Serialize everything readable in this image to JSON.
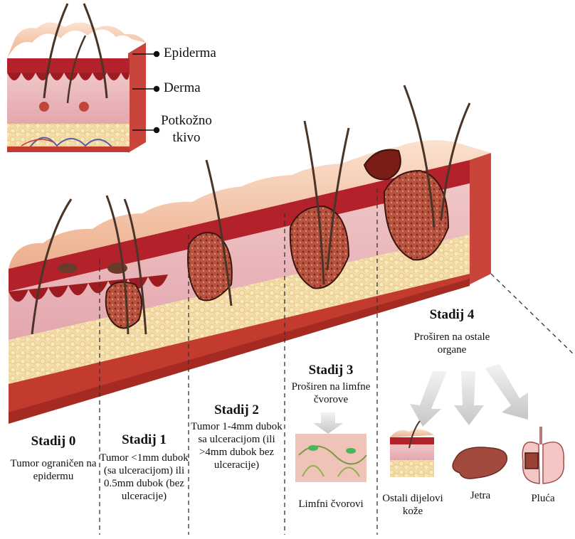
{
  "legend": {
    "epidermis": "Epiderma",
    "dermis": "Derma",
    "subcutis": "Potkožno tkivo"
  },
  "stages": [
    {
      "title": "Stadij 0",
      "desc": "Tumor ograničen na epidermu"
    },
    {
      "title": "Stadij 1",
      "desc": "Tumor <1mm dubok (sa ulceracijom) ili 0.5mm dubok (bez ulceracije)"
    },
    {
      "title": "Stadij 2",
      "desc": "Tumor 1-4mm dubok sa ulceracijom (ili >4mm dubok bez ulceracije)"
    },
    {
      "title": "Stadij 3",
      "desc": "Proširen na limfne čvorove"
    },
    {
      "title": "Stadij 4",
      "desc": "Proširen na ostale organe"
    }
  ],
  "organs": {
    "lymph_nodes": "Limfni čvorovi",
    "other_skin": "Ostali dijelovi kože",
    "liver": "Jetra",
    "lungs": "Pluća"
  },
  "colors": {
    "skin_top": "#f3c4a6",
    "epidermis_red": "#b3222a",
    "dermis": "#e9b5b8",
    "fat": "#f1d7a0",
    "base_red": "#c33a2f",
    "tumor": "#8e2a22",
    "arrow_gray": "#cfcfcf"
  }
}
